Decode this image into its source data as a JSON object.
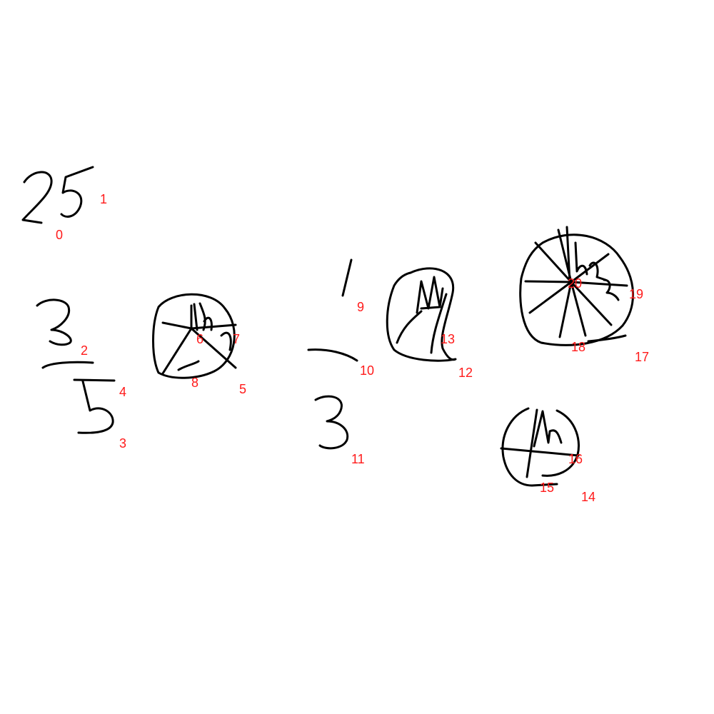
{
  "ink_color": "#000000",
  "label_color": "#ff1a1a",
  "labels": {
    "l0": "0",
    "l1": "1",
    "l2": "2",
    "l3": "3",
    "l4": "4",
    "l5": "5",
    "l6": "6",
    "l7": "7",
    "l8": "8",
    "l9": "9",
    "l10": "10",
    "l11": "11",
    "l12": "12",
    "l13": "13",
    "l14": "14",
    "l15": "15",
    "l16": "16",
    "l17": "17",
    "l18": "18",
    "l19": "19",
    "l20": "20"
  }
}
